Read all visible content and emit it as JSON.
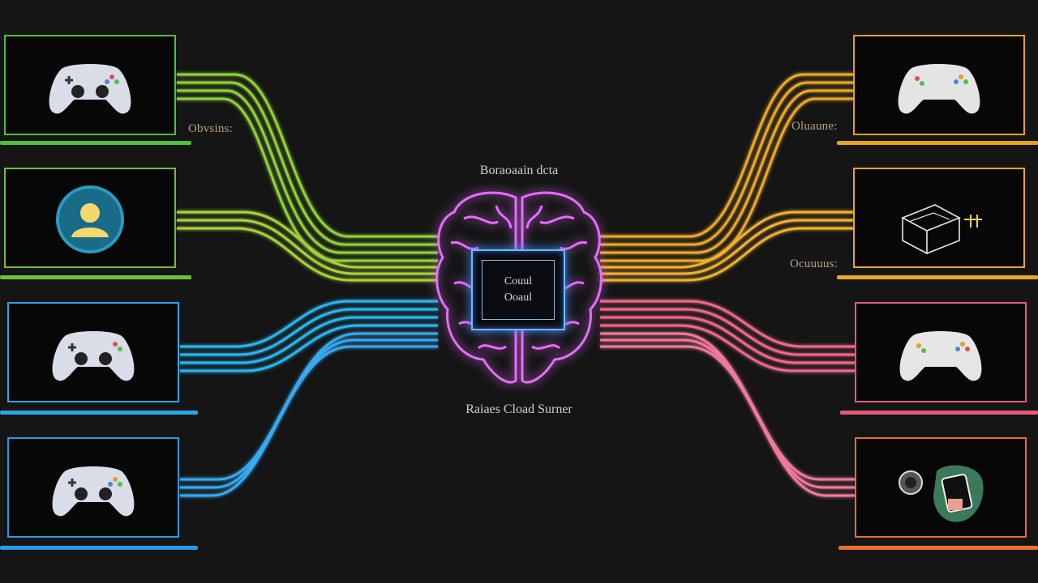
{
  "hub": {
    "top_label": "Boraoaain dcta",
    "bottom_label": "Raiaes Cload Surner",
    "chip_line1": "Couul",
    "chip_line2": "Ooaul"
  },
  "captions": {
    "left_top": "Obvsins:",
    "right_top": "Oluaune:",
    "right_mid": "Ocuuuus:"
  },
  "devices": [
    {
      "side": "left",
      "icon": "gamepad-icon",
      "color": "#4fbf3a"
    },
    {
      "side": "left",
      "icon": "user-avatar-icon",
      "color": "#6fbf3a"
    },
    {
      "side": "left",
      "icon": "gamepad-icon",
      "color": "#2aa6e8"
    },
    {
      "side": "left",
      "icon": "gamepad-icon",
      "color": "#2a9ae8"
    },
    {
      "side": "right",
      "icon": "gamepad-icon",
      "color": "#e8a020"
    },
    {
      "side": "right",
      "icon": "vr-headset-icon",
      "color": "#e8a828"
    },
    {
      "side": "right",
      "icon": "gamepad-icon",
      "color": "#e85a78"
    },
    {
      "side": "right",
      "icon": "handheld-console-icon",
      "color": "#e8702a"
    }
  ],
  "colors": {
    "background": "#151515",
    "brain": "#e66cff",
    "chip": "#6fb8ff"
  }
}
